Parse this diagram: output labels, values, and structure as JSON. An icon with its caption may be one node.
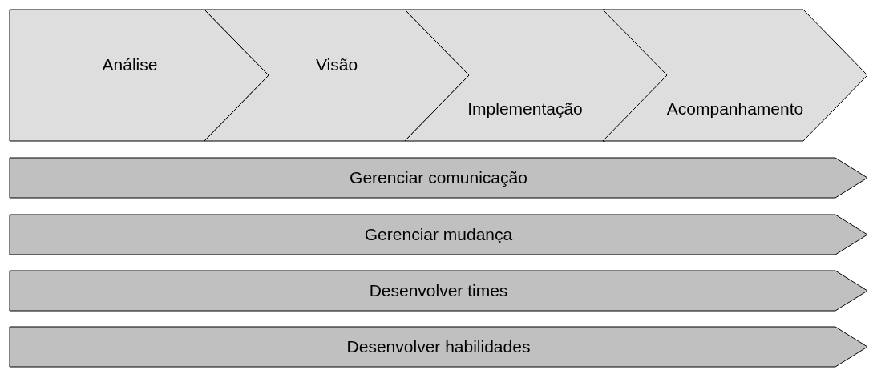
{
  "diagram": {
    "nodes": [
      {
        "text": [
          "Análise"
        ]
      },
      {
        "text": [
          "Visão"
        ]
      },
      {
        "text": [
          "Implementação"
        ]
      },
      {
        "text": [
          "Acompanhamento"
        ]
      },
      {
        "text": [
          "Gerenciar comunicação"
        ]
      },
      {
        "text": [
          "Gerenciar mudança"
        ]
      },
      {
        "text": [
          "Desenvolver times"
        ]
      },
      {
        "text": [
          "Desenvolver habilidades"
        ]
      }
    ]
  }
}
